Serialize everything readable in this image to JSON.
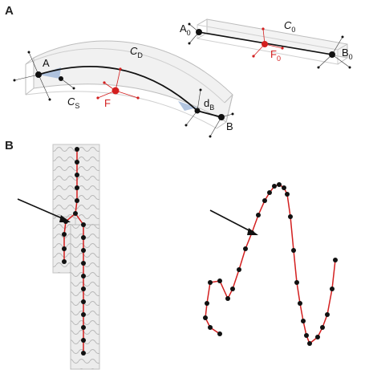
{
  "panel_a": {
    "label": "A",
    "labels": {
      "a0": "A",
      "a0_sub": "0",
      "c0": "C",
      "c0_sub": "0",
      "f0": "F",
      "f0_sub": "0",
      "b0": "B",
      "b0_sub": "0",
      "a": "A",
      "cd": "C",
      "cd_sub": "D",
      "cs": "C",
      "cs_sub": "S",
      "f": "F",
      "db": "d",
      "db_sub": "B",
      "b": "B"
    }
  },
  "panel_b": {
    "label": "B"
  },
  "colors": {
    "centerline": "#111111",
    "force": "#d31f1f",
    "stent_fill": "#e8e8e8",
    "stent_edge": "#b5b5b5",
    "node": "#111111"
  }
}
